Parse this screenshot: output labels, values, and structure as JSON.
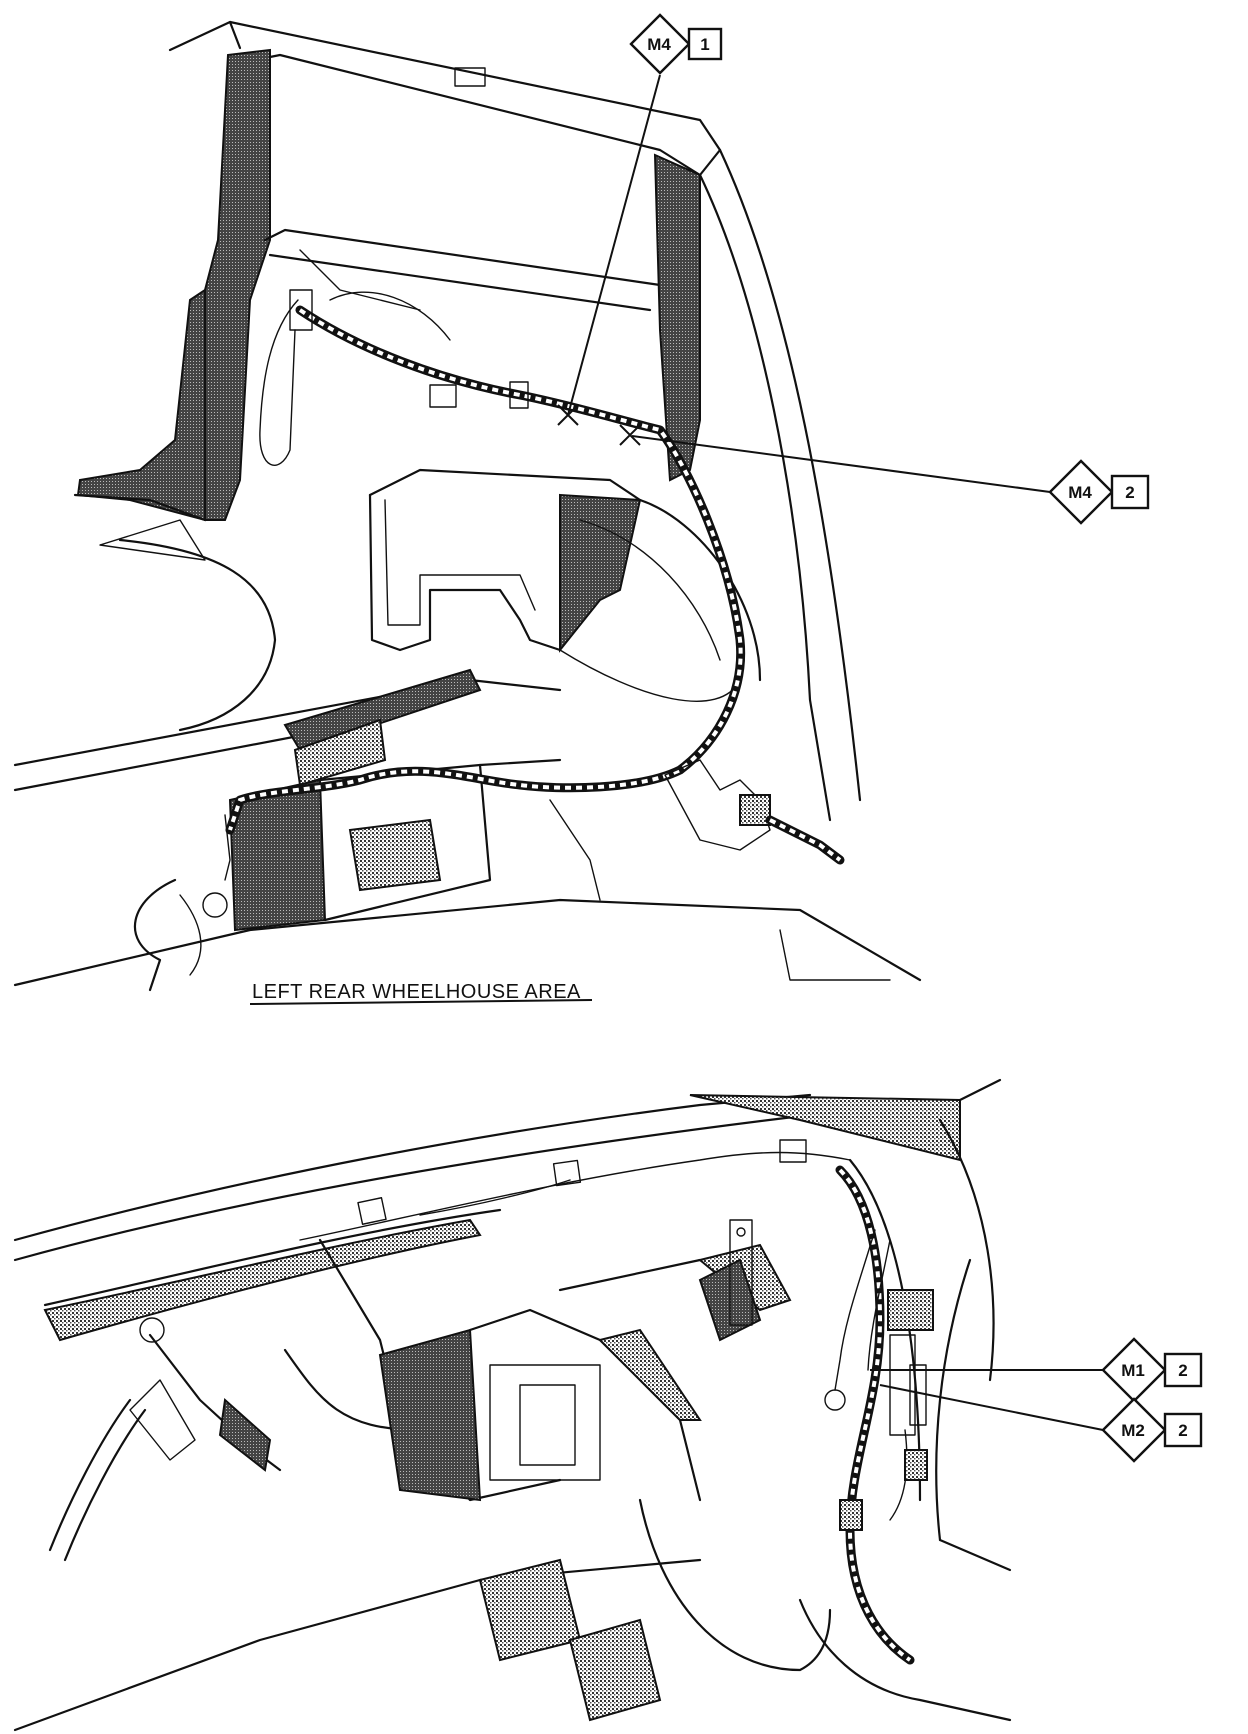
{
  "caption": "LEFT REAR WHEELHOUSE AREA",
  "callouts": [
    {
      "code": "M4",
      "num": "1"
    },
    {
      "code": "M4",
      "num": "2"
    },
    {
      "code": "M1",
      "num": "2"
    },
    {
      "code": "M2",
      "num": "2"
    }
  ]
}
